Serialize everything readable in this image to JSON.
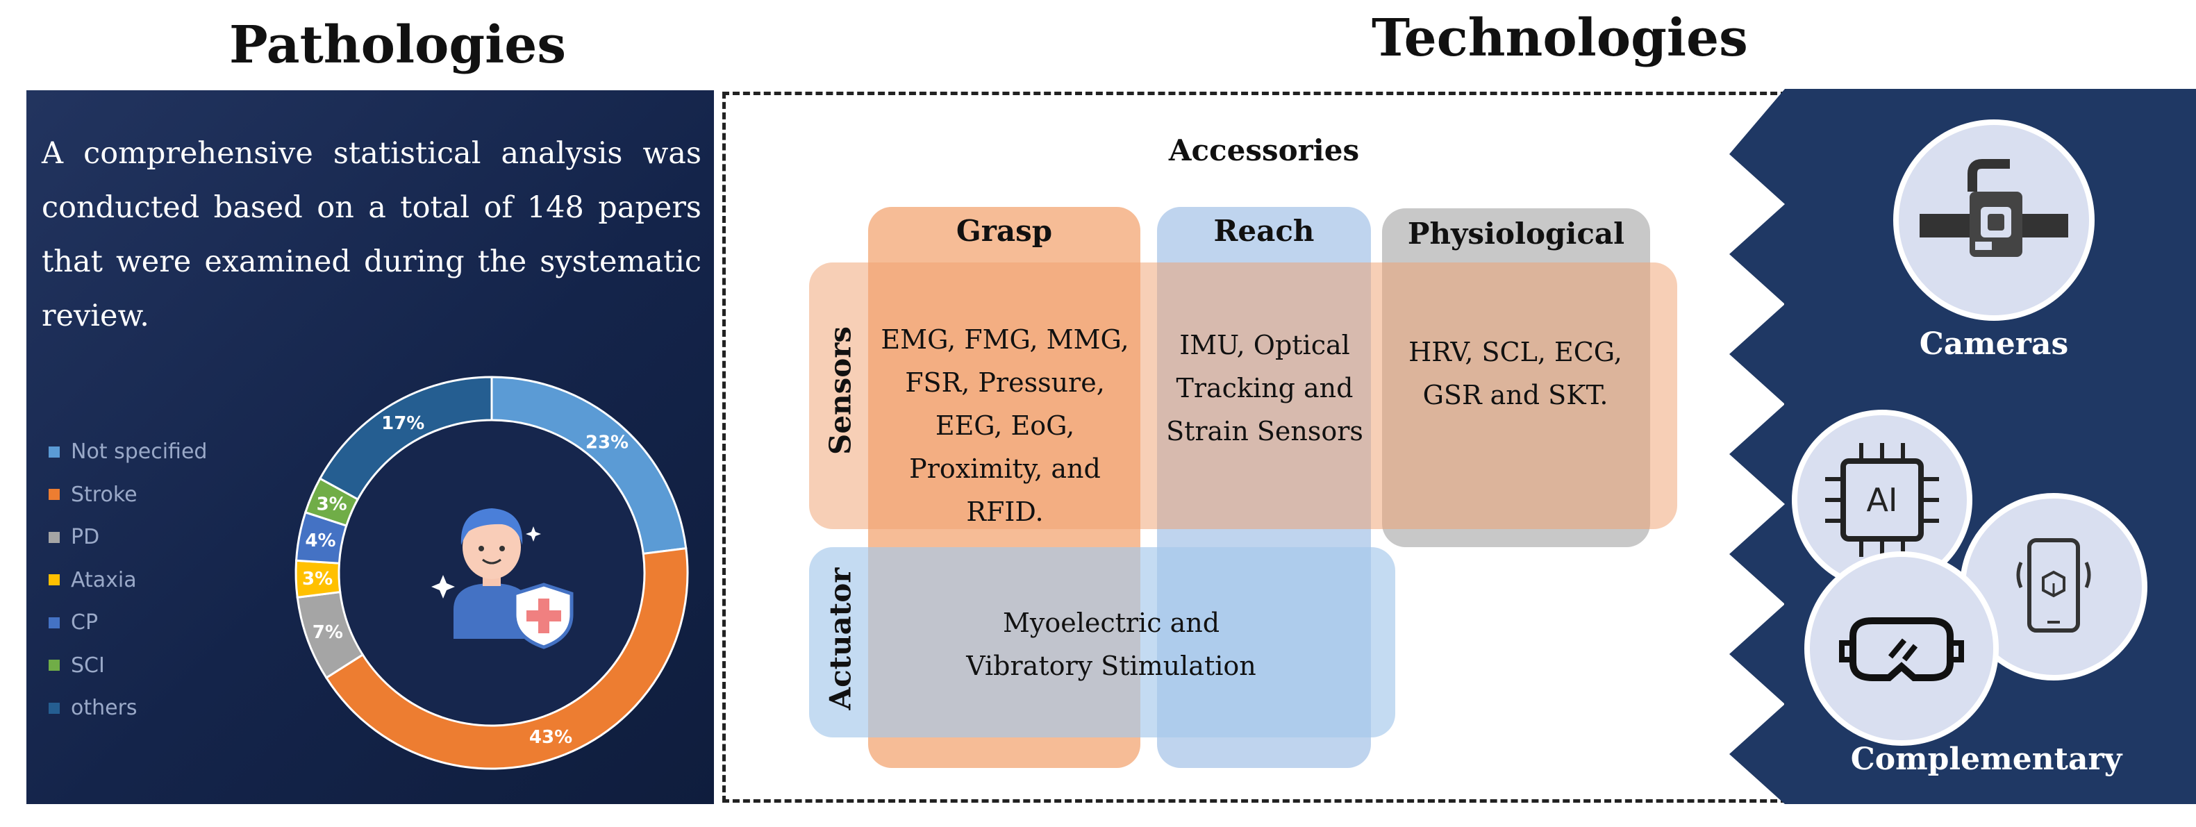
{
  "headings": {
    "left": "Pathologies",
    "right": "Technologies"
  },
  "intro_text": "A comprehensive statistical analysis was conducted based on a total of 148 papers that were examined during the systematic review.",
  "chart_data": {
    "type": "pie",
    "donut": true,
    "categories": [
      "Not specified",
      "Stroke",
      "PD",
      "Ataxia",
      "CP",
      "SCI",
      "others"
    ],
    "values": [
      23,
      43,
      7,
      3,
      4,
      3,
      17
    ],
    "labels": [
      "23%",
      "43%",
      "7%",
      "3%",
      "4%",
      "3%",
      "17%"
    ],
    "colors": [
      "#5b9bd5",
      "#ed7d31",
      "#a5a5a5",
      "#ffc000",
      "#4472c4",
      "#70ad47",
      "#255e91"
    ],
    "legend_position": "left"
  },
  "technologies": {
    "accessories_label": "Accessories",
    "columns": {
      "grasp": "Grasp",
      "reach": "Reach",
      "physiological": "Physiological"
    },
    "rows": {
      "sensors": "Sensors",
      "actuator": "Actuator"
    },
    "cells": {
      "grasp_sensors": "EMG, FMG, MMG, FSR, Pressure, EEG, EoG, Proximity, and RFID.",
      "reach_sensors": "IMU, Optical Tracking and Strain Sensors",
      "physio_sensors": "HRV, SCL, ECG, GSR and SKT.",
      "actuator": "Myoelectric and Vibratory Stimulation"
    },
    "side": {
      "cameras": "Cameras",
      "complementary": "Complementary",
      "ai_chip_text": "AI"
    }
  }
}
